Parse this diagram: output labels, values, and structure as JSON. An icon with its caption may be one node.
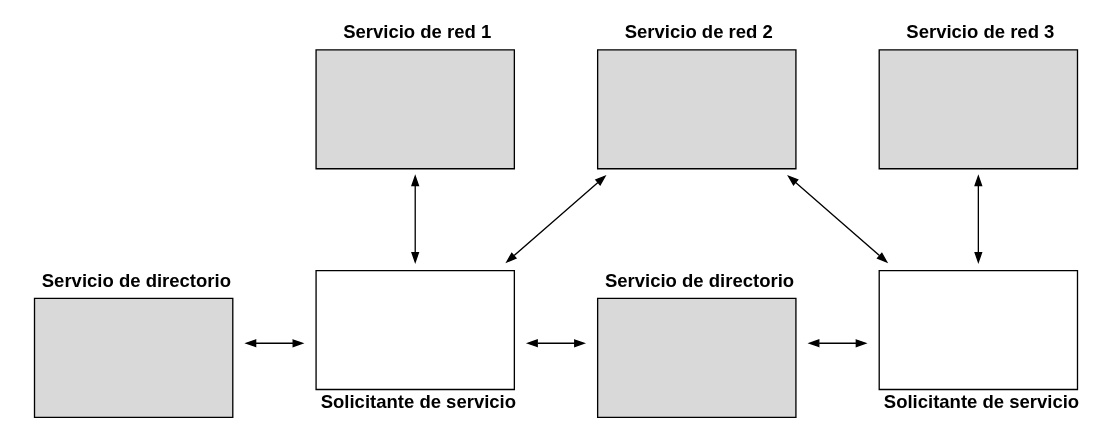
{
  "diagram": {
    "nodes": [
      {
        "text": [
          "Servicio de red 1"
        ]
      },
      {
        "text": [
          "Servicio de red 2"
        ]
      },
      {
        "text": [
          "Servicio de red 3"
        ]
      },
      {
        "text": [
          "Servicio de directorio"
        ]
      },
      {
        "text": [
          "Solicitante de servicio"
        ]
      },
      {
        "text": [
          "Servicio de directorio"
        ]
      },
      {
        "text": [
          "Solicitante de servicio"
        ]
      }
    ],
    "edges": [
      {
        "from": 0,
        "to": 4,
        "arrow": "both"
      },
      {
        "from": 3,
        "to": 4,
        "arrow": "both"
      },
      {
        "from": 4,
        "to": 1,
        "arrow": "both"
      },
      {
        "from": 4,
        "to": 5,
        "arrow": "both"
      },
      {
        "from": 1,
        "to": 6,
        "arrow": "both"
      },
      {
        "from": 5,
        "to": 6,
        "arrow": "both"
      },
      {
        "from": 2,
        "to": 6,
        "arrow": "both"
      }
    ]
  }
}
